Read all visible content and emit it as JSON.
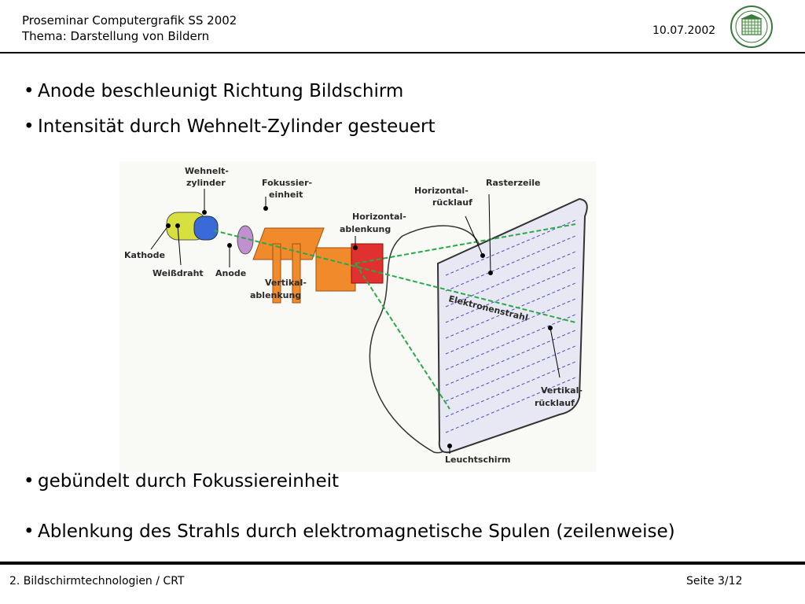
{
  "header": {
    "course": "Proseminar Computergrafik SS 2002",
    "topic": "Thema: Darstellung von Bildern",
    "date": "10.07.2002"
  },
  "bullets": {
    "b1": "Anode beschleunigt Richtung Bildschirm",
    "b2": "Intensität durch Wehnelt-Zylinder gesteuert",
    "b3": "gebündelt durch Fokussiereinheit",
    "b4": "Ablenkung des Strahls durch elektromagnetische Spulen (zeilenweise)"
  },
  "figure": {
    "labels": {
      "wehnelt_1": "Wehnelt-",
      "wehnelt_2": "zylinder",
      "fokus_1": "Fokussier-",
      "fokus_2": "einheit",
      "horizontal_ruecklauf_1": "Horizontal-",
      "horizontal_ruecklauf_2": "rücklauf",
      "rasterzeile": "Rasterzeile",
      "horizontal_ablenkung_1": "Horizontal-",
      "horizontal_ablenkung_2": "ablenkung",
      "kathode": "Kathode",
      "weissdraht": "Weißdraht",
      "anode": "Anode",
      "vertikal_ablenkung_1": "Vertikal-",
      "vertikal_ablenkung_2": "ablenkung",
      "elektronenstrahl": "Elektronenstrahl",
      "vertikal_ruecklauf_1": "Vertikal-",
      "vertikal_ruecklauf_2": "rücklauf",
      "leuchtschirm": "Leuchtschirm"
    }
  },
  "footer": {
    "chapter": "2. Bildschirmtechnologien / CRT",
    "page": "Seite 3/12"
  },
  "colors": {
    "beam": "#2aa84a",
    "scan": "#4a4ad0",
    "plate": "#f08a2a",
    "coil": "#e03030"
  }
}
